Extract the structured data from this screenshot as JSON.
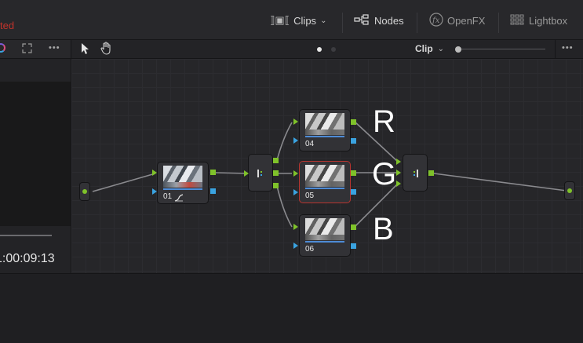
{
  "header": {
    "status_text": "ted",
    "clips_label": "Clips",
    "nodes_label": "Nodes",
    "openfx_label": "OpenFX",
    "lightbox_label": "Lightbox"
  },
  "toolbar": {
    "clip_label": "Clip",
    "more": "•••"
  },
  "viewer": {
    "timecode": "1:00:09:13"
  },
  "nodes": [
    {
      "label": "01"
    },
    {
      "label": "04"
    },
    {
      "label": "05"
    },
    {
      "label": "06"
    }
  ],
  "annotations": {
    "r": "R",
    "g": "G",
    "b": "B"
  },
  "icons": {
    "clips": "clips-icon",
    "nodes": "nodes-icon",
    "openfx": "fx-icon",
    "lightbox": "grid-icon"
  },
  "colors": {
    "status_red": "#c2332b",
    "pin_green": "#7fc22a",
    "pin_blue": "#3aa3e0",
    "selected_outline": "#b8342f"
  }
}
